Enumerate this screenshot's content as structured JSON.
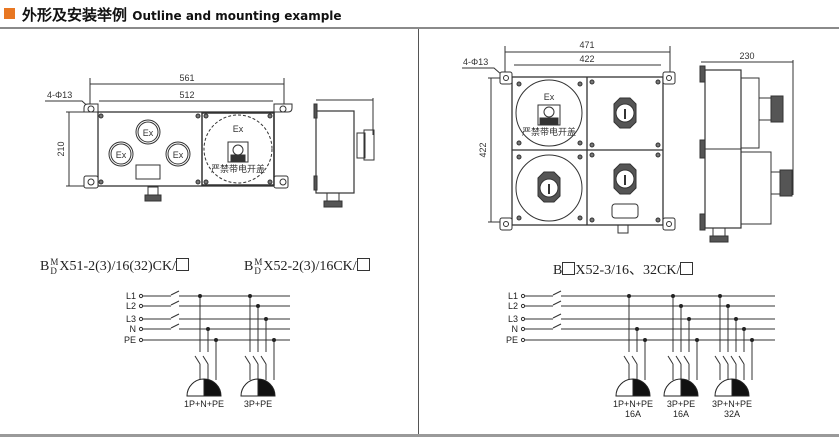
{
  "header": {
    "title_cn": "外形及安装举例",
    "title_en": "Outline and mounting example",
    "accent_color": "#e87722"
  },
  "left_panel": {
    "dimensions": {
      "overall_width": "561",
      "inner_width": "512",
      "height": "210",
      "mounting_holes": "4-Φ13"
    },
    "enclosure_labels": [
      "Ex",
      "Ex",
      "Ex",
      "Ex"
    ],
    "switch_caption": "严禁带电开盖",
    "models": [
      {
        "prefix": "B",
        "sup": "M",
        "sub": "D",
        "body": "X51-2(3)/16(32)CK/"
      },
      {
        "prefix": "B",
        "sup": "M",
        "sub": "D",
        "body": "X52-2(3)/16CK/"
      }
    ],
    "wiring": {
      "lines": [
        "L1",
        "L2",
        "L3",
        "N",
        "PE"
      ],
      "sockets": [
        {
          "label": "1P+N+PE",
          "rating": ""
        },
        {
          "label": "3P+PE",
          "rating": ""
        }
      ]
    }
  },
  "right_panel": {
    "dimensions": {
      "overall_width": "471",
      "inner_width": "422",
      "height": "422",
      "depth": "230",
      "mounting_holes": "4-Φ13"
    },
    "enclosure_labels": [
      "Ex"
    ],
    "switch_caption": "严禁带电开盖",
    "model": {
      "prefix": "B",
      "body": "X52-3/16、32CK/"
    },
    "wiring": {
      "lines": [
        "L1",
        "L2",
        "L3",
        "N",
        "PE"
      ],
      "sockets": [
        {
          "label": "1P+N+PE",
          "rating": "16A"
        },
        {
          "label": "3P+PE",
          "rating": "16A"
        },
        {
          "label": "3P+N+PE",
          "rating": "32A"
        }
      ]
    }
  }
}
